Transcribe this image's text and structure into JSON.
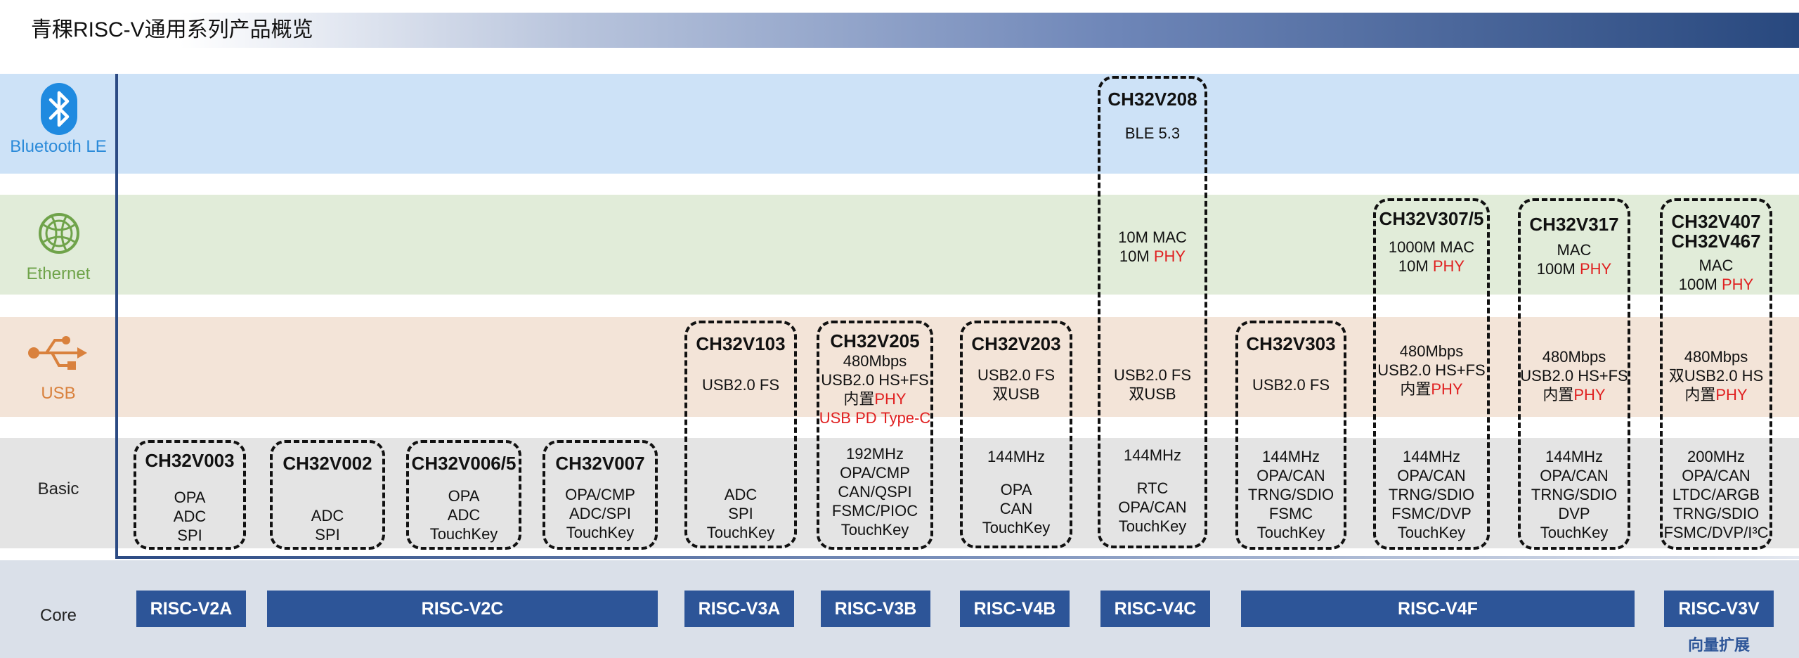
{
  "title": "青稞RISC-V通用系列产品概览",
  "rows": {
    "ble": "Bluetooth LE",
    "ethernet": "Ethernet",
    "usb": "USB",
    "basic": "Basic",
    "core": "Core"
  },
  "colors": {
    "ble_band": "#cde2f7",
    "ethernet_band": "#e1ecd9",
    "usb_band": "#f3e4d8",
    "basic_band": "#e4e4e4",
    "core_band": "#dae0e9",
    "core_block": "#2d5598",
    "highlight": "#e02020"
  },
  "icons": {
    "ble": "bluetooth-icon",
    "ethernet": "globe-network-icon",
    "usb": "usb-icon"
  },
  "chips": {
    "v003": {
      "name": "CH32V003",
      "basic": [
        "OPA",
        "ADC",
        "SPI"
      ]
    },
    "v002": {
      "name": "CH32V002",
      "basic": [
        "ADC",
        "SPI"
      ]
    },
    "v006": {
      "name": "CH32V006/5",
      "basic": [
        "OPA",
        "ADC",
        "TouchKey"
      ]
    },
    "v007": {
      "name": "CH32V007",
      "basic": [
        "OPA/CMP",
        "ADC/SPI",
        "TouchKey"
      ]
    },
    "v103": {
      "name": "CH32V103",
      "usb": [
        "USB2.0 FS"
      ],
      "basic": [
        "ADC",
        "SPI",
        "TouchKey"
      ]
    },
    "v205": {
      "name": "CH32V205",
      "usb": {
        "l1": "480Mbps",
        "l2": "USB2.0 HS+FS",
        "l3a": "内置",
        "l3b": "PHY",
        "l4": "USB PD Type-C"
      },
      "basic": [
        "192MHz",
        "OPA/CMP",
        "CAN/QSPI",
        "FSMC/PIOC",
        "TouchKey"
      ]
    },
    "v203": {
      "name": "CH32V203",
      "usb": [
        "USB2.0 FS",
        "双USB"
      ],
      "basic": [
        "144MHz",
        "OPA",
        "CAN",
        "TouchKey"
      ]
    },
    "v208": {
      "name": "CH32V208",
      "ble": "BLE 5.3",
      "eth": {
        "l1": "10M MAC",
        "l2a": "10M ",
        "l2b": "PHY"
      },
      "usb": [
        "USB2.0 FS",
        "双USB"
      ],
      "basic": [
        "144MHz",
        "RTC",
        "OPA/CAN",
        "TouchKey"
      ]
    },
    "v303": {
      "name": "CH32V303",
      "usb": [
        "USB2.0 FS"
      ],
      "basic": [
        "144MHz",
        "OPA/CAN",
        "TRNG/SDIO",
        "FSMC",
        "TouchKey"
      ]
    },
    "v307": {
      "name": "CH32V307/5",
      "eth": {
        "l1": "1000M MAC",
        "l2a": "10M ",
        "l2b": "PHY"
      },
      "usb": {
        "l1": "480Mbps",
        "l2": "USB2.0 HS+FS",
        "l3a": "内置",
        "l3b": "PHY"
      },
      "basic": [
        "144MHz",
        "OPA/CAN",
        "TRNG/SDIO",
        "FSMC/DVP",
        "TouchKey"
      ]
    },
    "v317": {
      "name": "CH32V317",
      "eth": {
        "l1": "MAC",
        "l2a": "100M ",
        "l2b": "PHY"
      },
      "usb": {
        "l1": "480Mbps",
        "l2": "USB2.0 HS+FS",
        "l3a": "内置",
        "l3b": "PHY"
      },
      "basic": [
        "144MHz",
        "OPA/CAN",
        "TRNG/SDIO",
        "DVP",
        "TouchKey"
      ]
    },
    "v407": {
      "name": "CH32V407",
      "name2": "CH32V467",
      "eth": {
        "l1": "MAC",
        "l2a": "100M ",
        "l2b": "PHY"
      },
      "usb": {
        "l1": "480Mbps",
        "l2": "双USB2.0 HS",
        "l3a": "内置",
        "l3b": "PHY"
      },
      "basic": [
        "200MHz",
        "OPA/CAN",
        "LTDC/ARGB",
        "TRNG/SDIO",
        "FSMC/DVP/I³C"
      ]
    }
  },
  "cores": {
    "v2a": "RISC-V2A",
    "v2c": "RISC-V2C",
    "v3a": "RISC-V3A",
    "v3b": "RISC-V3B",
    "v4b": "RISC-V4B",
    "v4c": "RISC-V4C",
    "v4f": "RISC-V4F",
    "v3v": "RISC-V3V",
    "v3v_note": "向量扩展"
  }
}
